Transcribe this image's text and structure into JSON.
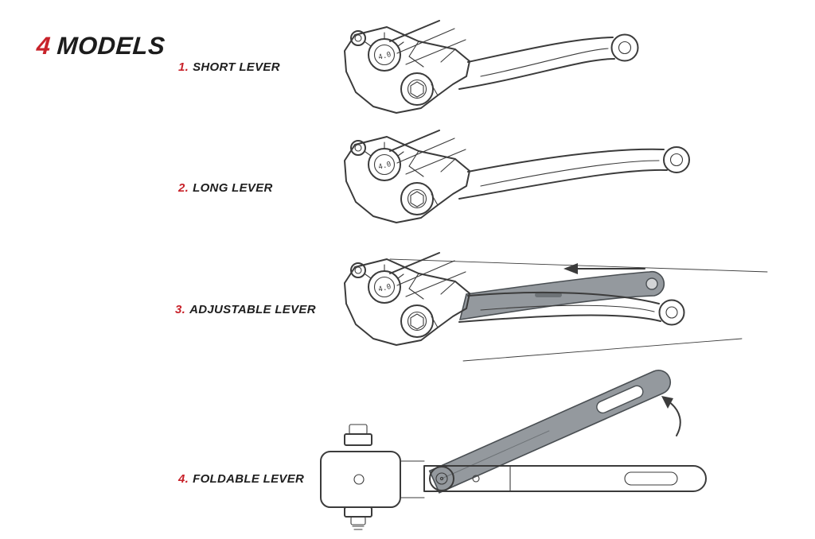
{
  "title": {
    "number": "4",
    "word": "MODELS"
  },
  "models": [
    {
      "num": "1.",
      "label": "SHORT LEVER"
    },
    {
      "num": "2.",
      "label": "LONG LEVER"
    },
    {
      "num": "3.",
      "label": "ADJUSTABLE LEVER"
    },
    {
      "num": "4.",
      "label": "FOLDABLE LEVER"
    }
  ],
  "lever": {
    "adjuster_text": "4.0"
  },
  "colors": {
    "accent_red": "#c8222a",
    "line": "#3b3b3b",
    "shade_gray": "#94999e",
    "background": "#ffffff"
  }
}
